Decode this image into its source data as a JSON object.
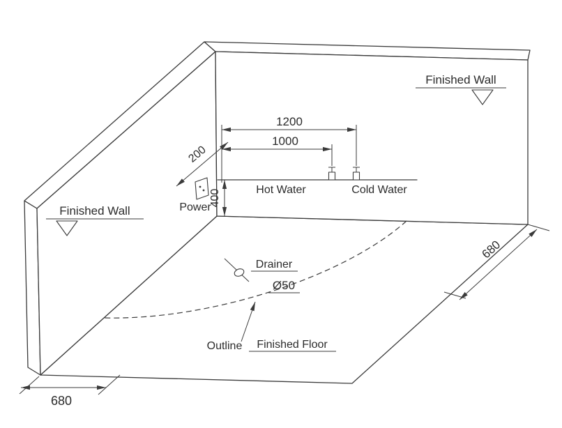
{
  "diagram": {
    "kind": "bathtub-installation-dimension-drawing",
    "labels": {
      "finished_wall_left": "Finished Wall",
      "finished_wall_right": "Finished Wall",
      "finished_floor": "Finished Floor",
      "outline": "Outline",
      "power": "Power",
      "hot_water": "Hot Water",
      "cold_water": "Cold Water",
      "drainer": "Drainer",
      "drain_diameter": "Ø50"
    },
    "dimensions": {
      "cold_water_offset": "1200",
      "hot_water_offset": "1000",
      "power_offset": "200",
      "water_height": "400",
      "right_clearance": "680",
      "left_clearance": "680"
    },
    "colors": {
      "line": "#3a3a3a",
      "text": "#2b2b2b",
      "background": "#ffffff"
    }
  }
}
